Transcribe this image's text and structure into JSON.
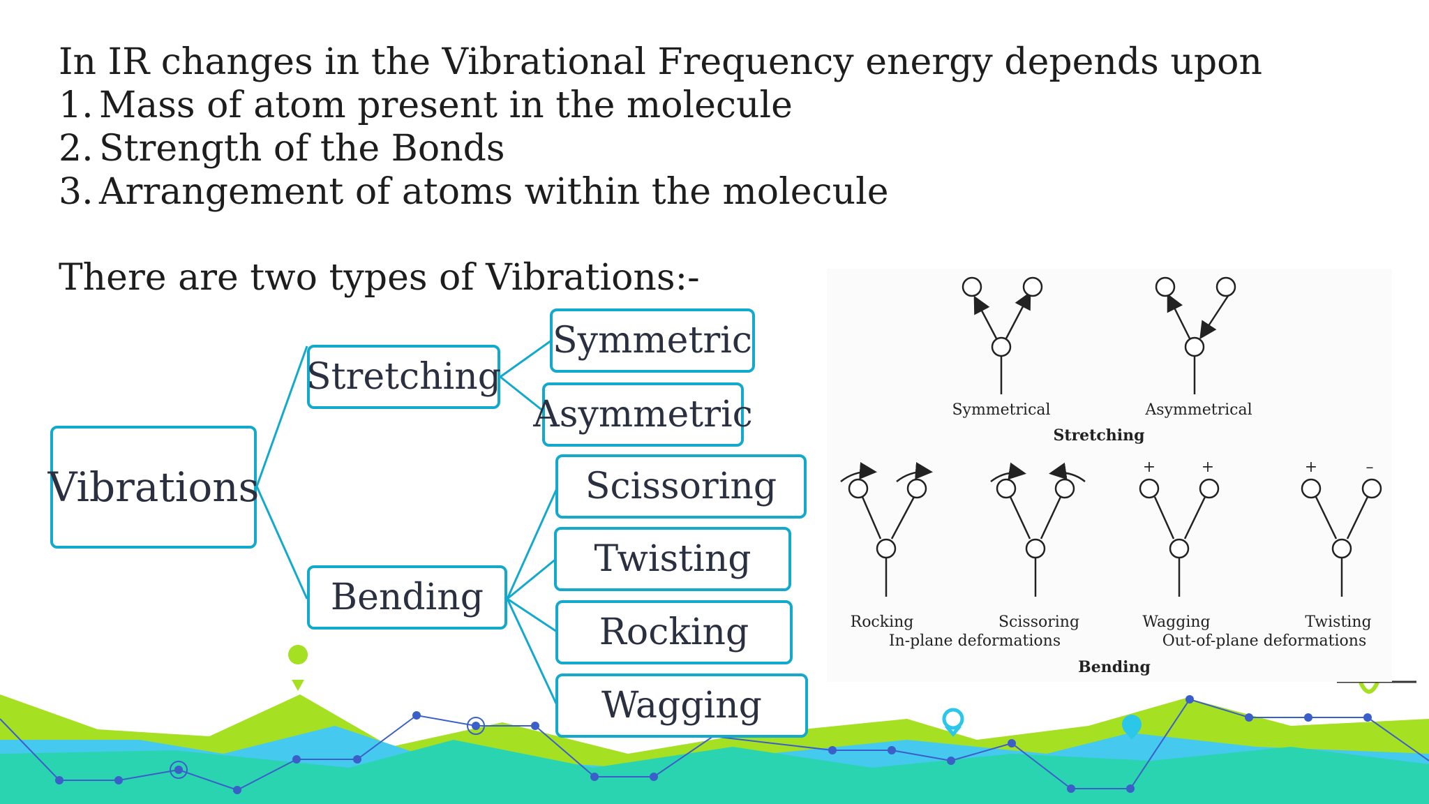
{
  "intro": {
    "line": "In IR changes in the Vibrational Frequency  energy depends upon",
    "items": [
      {
        "num": "1.",
        "text": "Mass of atom present in the molecule"
      },
      {
        "num": "2.",
        "text": "Strength of the Bonds"
      },
      {
        "num": "3.",
        "text": "Arrangement of atoms within the molecule"
      }
    ]
  },
  "subheading": "There are two types of  Vibrations:-",
  "tree": {
    "root": "Vibrations",
    "stretching": {
      "label": "Stretching",
      "children": [
        "Symmetric",
        "Asymmetric"
      ]
    },
    "bending": {
      "label": "Bending",
      "children": [
        "Scissoring",
        "Twisting",
        "Rocking",
        "Wagging"
      ]
    }
  },
  "figure": {
    "stretching_labels": [
      "Symmetrical",
      "Asymmetrical"
    ],
    "stretching_title": "Stretching",
    "bending_labels": [
      "Rocking",
      "Scissoring",
      "Wagging",
      "Twisting"
    ],
    "inplane": "In-plane deformations",
    "outplane": "Out-of-plane deformations",
    "bending_title": "Bending",
    "signs": [
      "+",
      "+",
      "+",
      "–"
    ]
  },
  "colors": {
    "accent": "#12a9cc",
    "green": "#a6e022",
    "teal": "#2bd4b0",
    "sky": "#45c9ef",
    "line": "#3a5fc8"
  }
}
